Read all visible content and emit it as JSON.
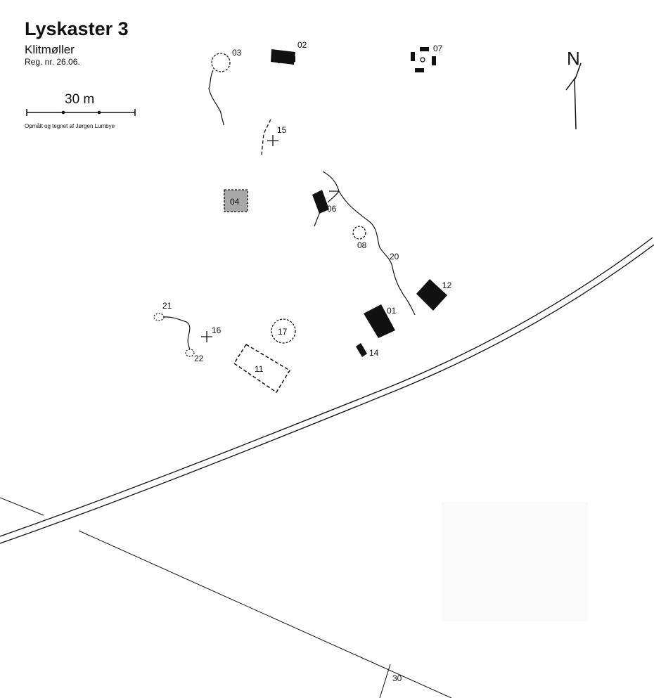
{
  "header": {
    "title": "Lyskaster 3",
    "place": "Klitmøller",
    "reg_no": "Reg. nr. 26.06."
  },
  "scale": {
    "label": "30 m"
  },
  "credit": "Opmålt og tegnet af Jørgen Lumbye",
  "north": {
    "letter": "N"
  },
  "features": {
    "f01": "01",
    "f02": "02",
    "f03": "03",
    "f04": "04",
    "f06": "06",
    "f07": "07",
    "f08": "08",
    "f11": "11",
    "f12": "12",
    "f14": "14",
    "f15": "15",
    "f16": "16",
    "f17": "17",
    "f20": "20",
    "f21": "21",
    "f22": "22",
    "f30": "30"
  },
  "colors": {
    "ink": "#111111",
    "feature_04_fill": "#a8a8a8"
  }
}
